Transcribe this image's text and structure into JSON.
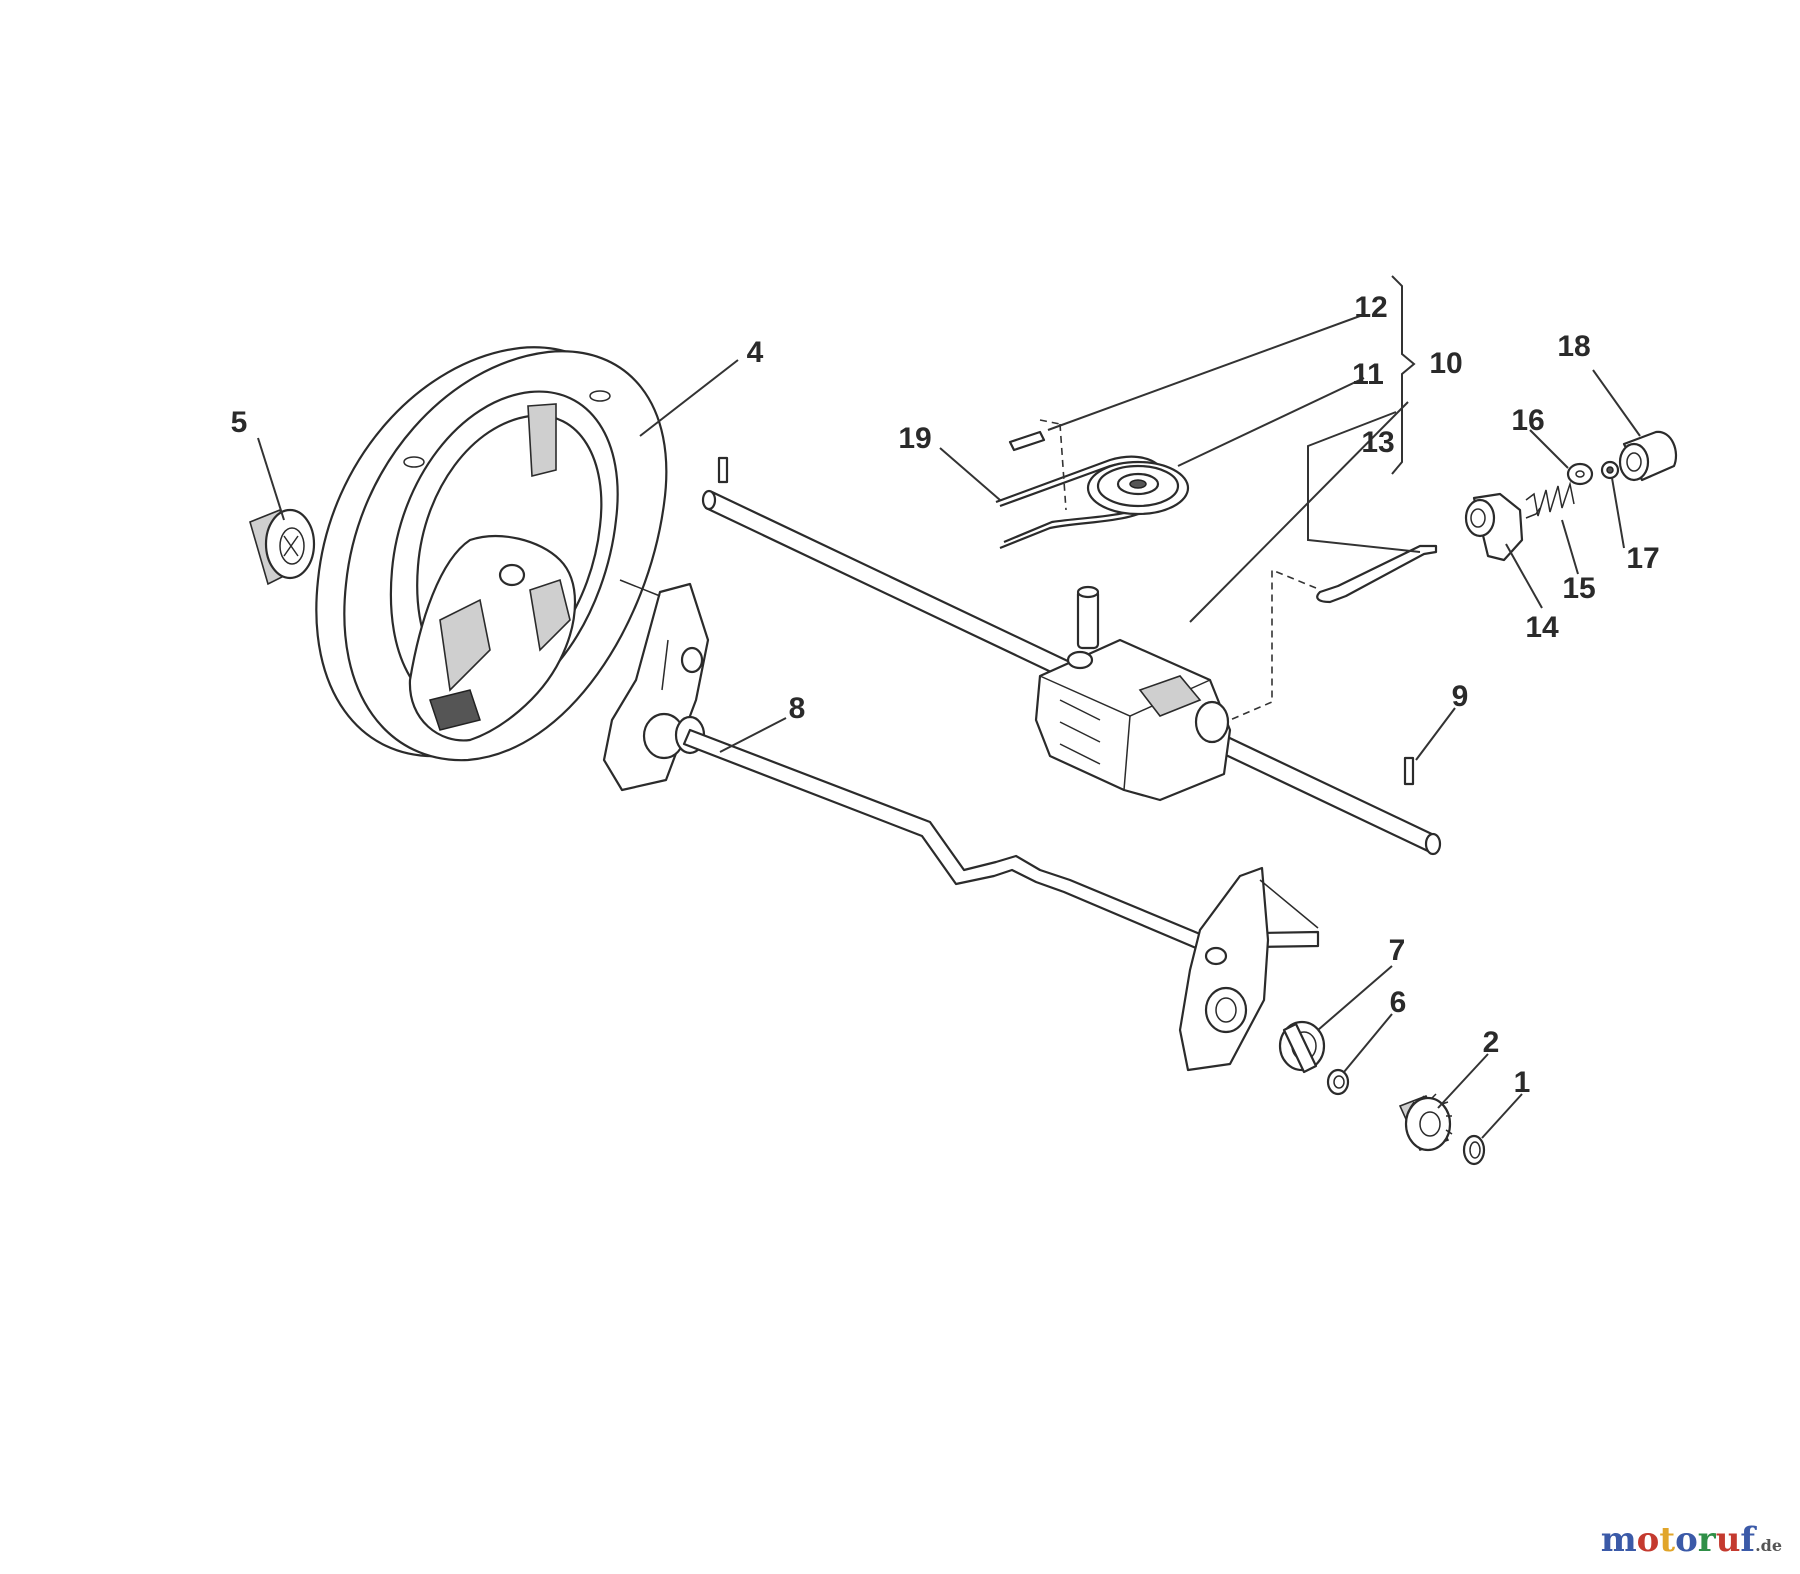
{
  "parts": [
    {
      "id": "p1",
      "label": "1",
      "name": "retaining ring"
    },
    {
      "id": "p2",
      "label": "2",
      "name": "pinion gear"
    },
    {
      "id": "p4",
      "label": "4",
      "name": "rear wheel"
    },
    {
      "id": "p5",
      "label": "5",
      "name": "wheel pinion"
    },
    {
      "id": "p6",
      "label": "6",
      "name": "washer"
    },
    {
      "id": "p7",
      "label": "7",
      "name": "bearing"
    },
    {
      "id": "p8",
      "label": "8",
      "name": "rear axle"
    },
    {
      "id": "p9",
      "label": "9",
      "name": "pin"
    },
    {
      "id": "p10",
      "label": "10",
      "name": "transmission assembly"
    },
    {
      "id": "p11",
      "label": "11",
      "name": "pulley"
    },
    {
      "id": "p12",
      "label": "12",
      "name": "spring pin"
    },
    {
      "id": "p13",
      "label": "13",
      "name": "control rod"
    },
    {
      "id": "p14",
      "label": "14",
      "name": "bracket"
    },
    {
      "id": "p15",
      "label": "15",
      "name": "spring"
    },
    {
      "id": "p16",
      "label": "16",
      "name": "washer"
    },
    {
      "id": "p17",
      "label": "17",
      "name": "nut"
    },
    {
      "id": "p18",
      "label": "18",
      "name": "cap"
    },
    {
      "id": "p19",
      "label": "19",
      "name": "v-belt"
    }
  ],
  "watermark": {
    "m1": "m",
    "o1": "o",
    "t": "t",
    "o2": "o",
    "r": "r",
    "u": "u",
    "f": "f",
    "suffix": ".de",
    "colors": {
      "m": "#3b5aa8",
      "o1": "#c43a2f",
      "t": "#e1a52a",
      "o2": "#3b5aa8",
      "r": "#2f8f47",
      "u": "#c43a2f",
      "f": "#3b5aa8",
      "suffix": "#555555"
    }
  }
}
